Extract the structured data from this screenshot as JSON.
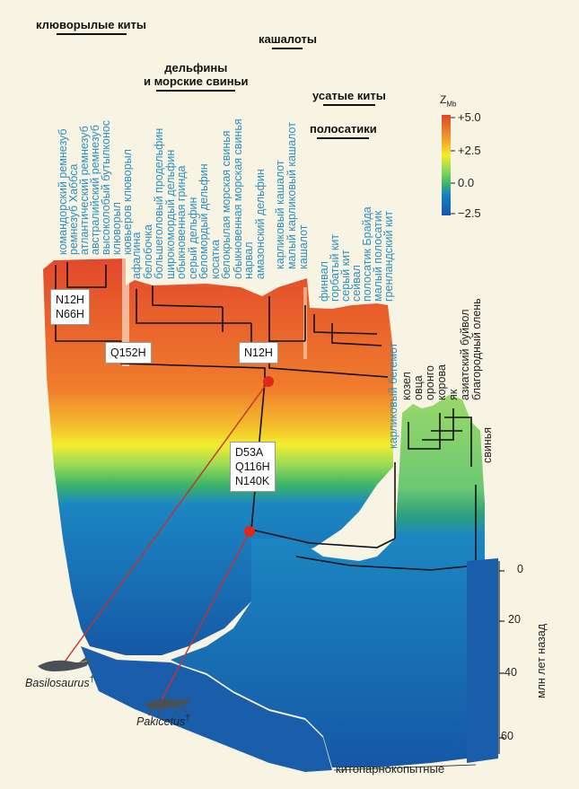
{
  "groups": {
    "beaked": "клюворылые киты",
    "sperm": "кашалоты",
    "dolphins_line1": "дельфины",
    "dolphins_line2": "и морские свиньи",
    "baleen": "усатые киты",
    "rorquals": "полосатики"
  },
  "species_beaked": [
    "командорский ремнезуб",
    "ремнезуб Хаббса",
    "атлантический ремнезуб",
    "австралийский ремнезуб",
    "высоколобый бутылконос",
    "клюворыл",
    "кювьеров клюворыл"
  ],
  "species_dolphins": [
    "афалина",
    "белобочка",
    "большеголовый продельфин",
    "широкомордый дельфин",
    "обыкновенная гринда",
    "серый дельфин",
    "беломордый дельфин",
    "косатка",
    "белокрылая морская свинья",
    "обыкновенная морская свинья",
    "нарвал",
    "амазонский дельфин"
  ],
  "species_sperm": [
    "карликовый кашалот",
    "малый карликовый кашалот",
    "кашалот"
  ],
  "species_baleen": [
    "финвал",
    "горбатый кит",
    "серый кит",
    "сейвал",
    "полосатик Брайда",
    "малый полосатик",
    "гренландский кит"
  ],
  "species_hippo": "карликовый бегемот",
  "species_ungulates": [
    "козел",
    "овца",
    "оронго",
    "корова",
    "як",
    "азиатский буйвол",
    "благородный олень"
  ],
  "species_pig": "свинья",
  "mutations": {
    "m1_l1": "N12H",
    "m1_l2": "N66H",
    "m2": "Q152H",
    "m3": "N12H",
    "m4_l1": "D53A",
    "m4_l2": "Q116H",
    "m4_l3": "N140K"
  },
  "legend": {
    "title_main": "Z",
    "title_sub": "Mb",
    "ticks": [
      "+5.0",
      "+2.5",
      "0.0",
      "−2.5"
    ],
    "colors": [
      "#e0452a",
      "#f0a32a",
      "#f4ec2a",
      "#8ed85a",
      "#3cb864",
      "#1a7ec4",
      "#1557a8"
    ]
  },
  "time_axis": {
    "title": "млн лет назад",
    "ticks": [
      "0",
      "20",
      "40",
      "60"
    ]
  },
  "fossils": {
    "basilosaurus": "Basilosaurus",
    "pakicetus": "Pakicetus",
    "dagger": "†"
  },
  "outgroup_label": "китопарнокопытные"
}
